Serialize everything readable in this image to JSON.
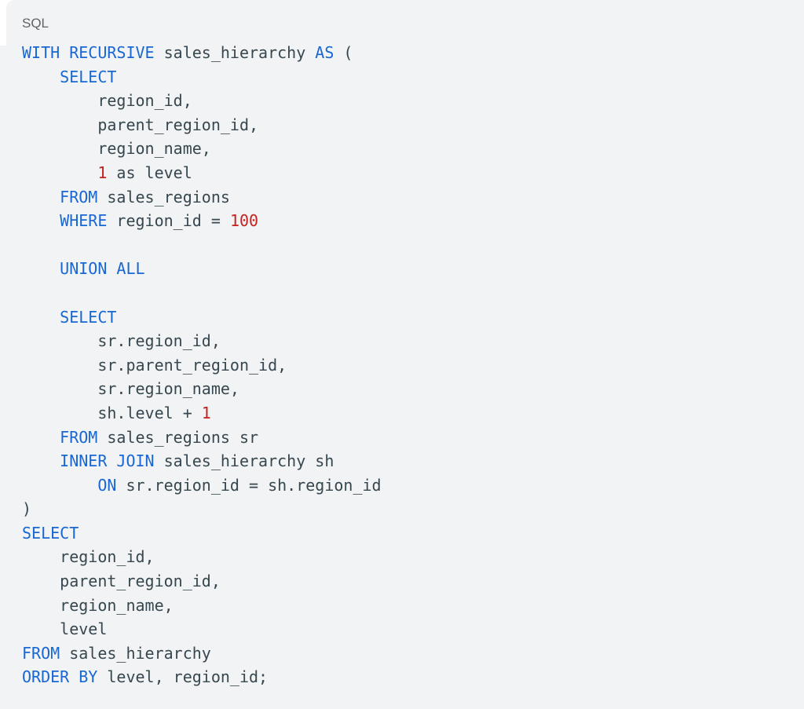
{
  "code_block": {
    "language_label": "SQL",
    "colors": {
      "background": "#f1f3f4",
      "keyword": "#1967d2",
      "number": "#c5221f",
      "text": "#37474f",
      "label": "#5f6368",
      "page": "#ffffff"
    },
    "lines": [
      [
        {
          "t": "k",
          "s": "WITH RECURSIVE"
        },
        {
          "t": "p",
          "s": " sales_hierarchy "
        },
        {
          "t": "k",
          "s": "AS"
        },
        {
          "t": "p",
          "s": " ("
        }
      ],
      [
        {
          "t": "p",
          "s": "    "
        },
        {
          "t": "k",
          "s": "SELECT"
        }
      ],
      [
        {
          "t": "p",
          "s": "        region_id,"
        }
      ],
      [
        {
          "t": "p",
          "s": "        parent_region_id,"
        }
      ],
      [
        {
          "t": "p",
          "s": "        region_name,"
        }
      ],
      [
        {
          "t": "p",
          "s": "        "
        },
        {
          "t": "n",
          "s": "1"
        },
        {
          "t": "p",
          "s": " as level"
        }
      ],
      [
        {
          "t": "p",
          "s": "    "
        },
        {
          "t": "k",
          "s": "FROM"
        },
        {
          "t": "p",
          "s": " sales_regions"
        }
      ],
      [
        {
          "t": "p",
          "s": "    "
        },
        {
          "t": "k",
          "s": "WHERE"
        },
        {
          "t": "p",
          "s": " region_id = "
        },
        {
          "t": "n",
          "s": "100"
        }
      ],
      [],
      [
        {
          "t": "p",
          "s": "    "
        },
        {
          "t": "k",
          "s": "UNION ALL"
        }
      ],
      [],
      [
        {
          "t": "p",
          "s": "    "
        },
        {
          "t": "k",
          "s": "SELECT"
        }
      ],
      [
        {
          "t": "p",
          "s": "        sr.region_id,"
        }
      ],
      [
        {
          "t": "p",
          "s": "        sr.parent_region_id,"
        }
      ],
      [
        {
          "t": "p",
          "s": "        sr.region_name,"
        }
      ],
      [
        {
          "t": "p",
          "s": "        sh.level + "
        },
        {
          "t": "n",
          "s": "1"
        }
      ],
      [
        {
          "t": "p",
          "s": "    "
        },
        {
          "t": "k",
          "s": "FROM"
        },
        {
          "t": "p",
          "s": " sales_regions sr"
        }
      ],
      [
        {
          "t": "p",
          "s": "    "
        },
        {
          "t": "k",
          "s": "INNER JOIN"
        },
        {
          "t": "p",
          "s": " sales_hierarchy sh"
        }
      ],
      [
        {
          "t": "p",
          "s": "        "
        },
        {
          "t": "k",
          "s": "ON"
        },
        {
          "t": "p",
          "s": " sr.region_id = sh.region_id"
        }
      ],
      [
        {
          "t": "p",
          "s": ")"
        }
      ],
      [
        {
          "t": "k",
          "s": "SELECT"
        }
      ],
      [
        {
          "t": "p",
          "s": "    region_id,"
        }
      ],
      [
        {
          "t": "p",
          "s": "    parent_region_id,"
        }
      ],
      [
        {
          "t": "p",
          "s": "    region_name,"
        }
      ],
      [
        {
          "t": "p",
          "s": "    level"
        }
      ],
      [
        {
          "t": "k",
          "s": "FROM"
        },
        {
          "t": "p",
          "s": " sales_hierarchy"
        }
      ],
      [
        {
          "t": "k",
          "s": "ORDER BY"
        },
        {
          "t": "p",
          "s": " level, region_id;"
        }
      ]
    ]
  }
}
